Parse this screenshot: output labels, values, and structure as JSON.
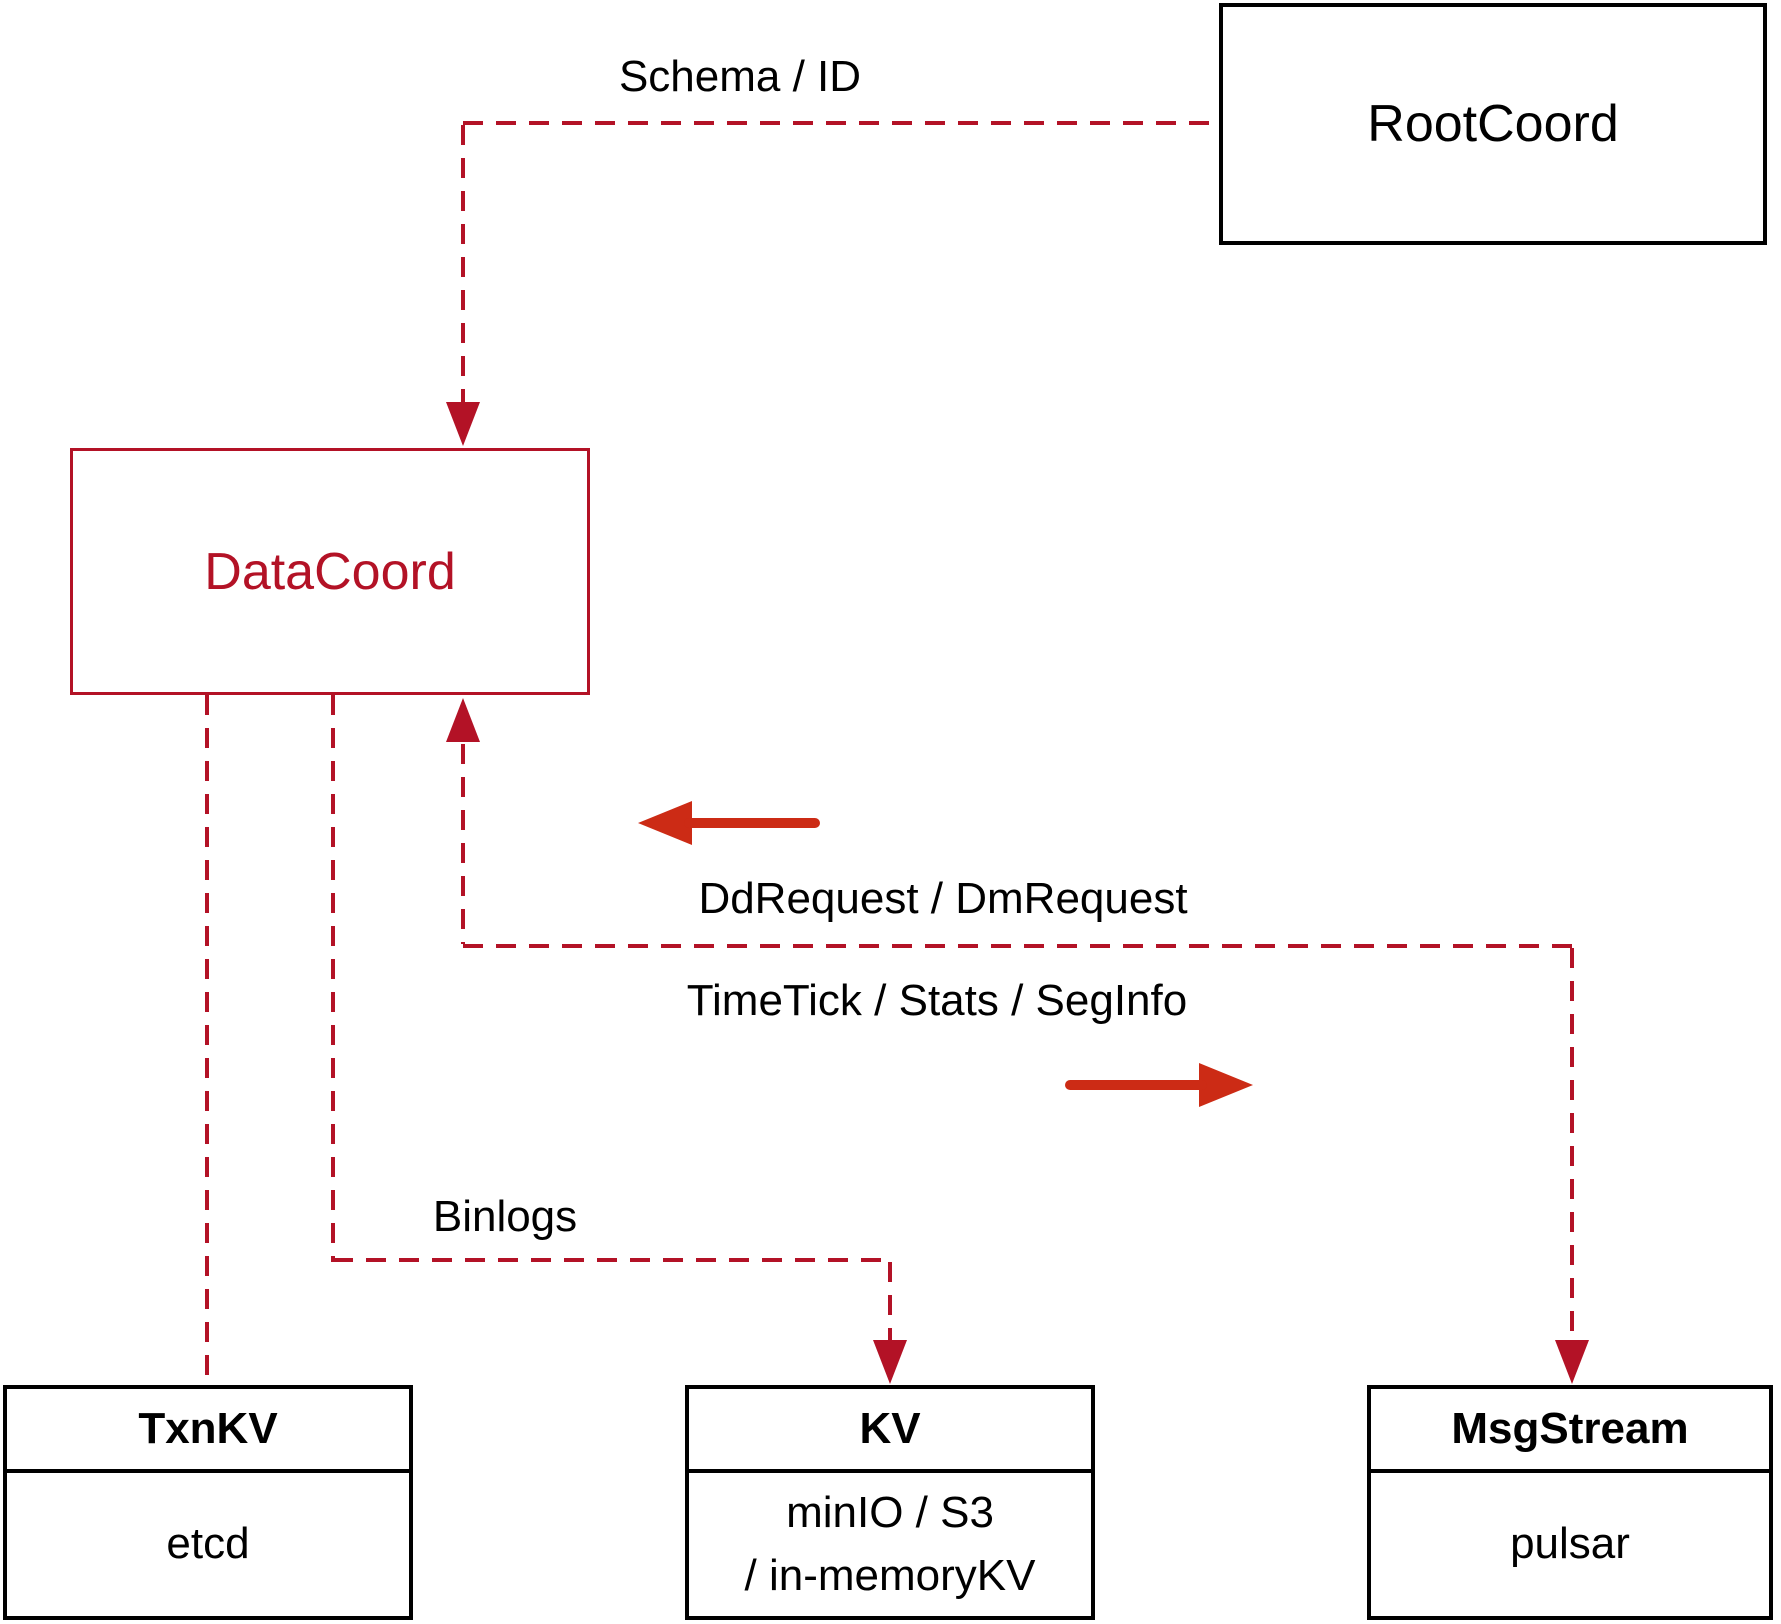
{
  "nodes": {
    "rootcoord": {
      "label": "RootCoord"
    },
    "datacoord": {
      "label": "DataCoord"
    },
    "txnkv": {
      "header": "TxnKV",
      "body": "etcd"
    },
    "kv": {
      "header": "KV",
      "body_line1": "minIO / S3",
      "body_line2": "/ in-memoryKV"
    },
    "msgstream": {
      "header": "MsgStream",
      "body": "pulsar"
    }
  },
  "edges": {
    "schema_id": {
      "label": "Schema / ID",
      "from": "RootCoord",
      "to": "DataCoord",
      "style": "dashed-arrow"
    },
    "dd_dm_request": {
      "label": "DdRequest / DmRequest",
      "direction": "left",
      "style": "solid-arrow"
    },
    "timetick_stats_seginfo": {
      "label": "TimeTick / Stats / SegInfo",
      "direction": "right",
      "style": "solid-arrow"
    },
    "binlogs": {
      "label": "Binlogs",
      "from": "DataCoord",
      "to": "KV",
      "style": "dashed-arrow"
    },
    "datacoord_txnkv": {
      "from": "DataCoord",
      "to": "TxnKV",
      "style": "dashed"
    },
    "msgstream_feed": {
      "to": "MsgStream",
      "style": "dashed-arrow"
    }
  },
  "colors": {
    "dark_red": "#b31226",
    "bright_red": "#cc2b15",
    "black": "#000000",
    "background": "#ffffff"
  }
}
